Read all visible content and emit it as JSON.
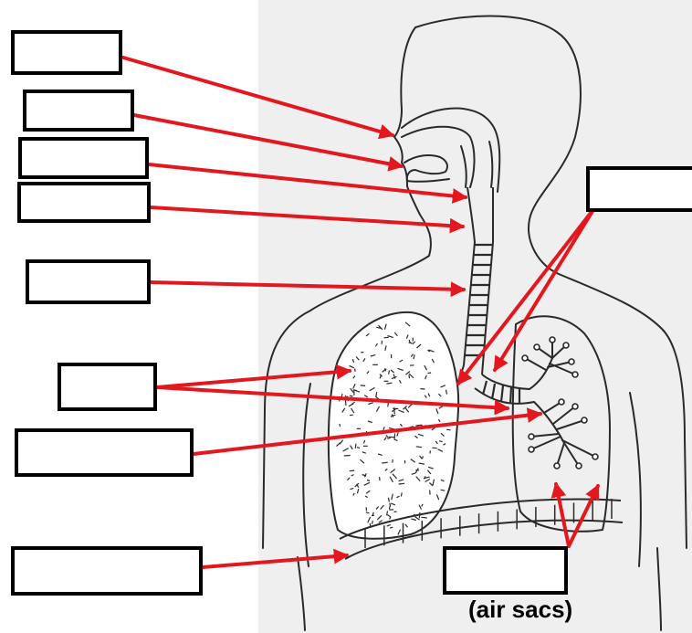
{
  "caption": {
    "air_sacs": "(air sacs)"
  },
  "colors": {
    "arrow": "#e3181f",
    "outline": "#2a2a2a",
    "box_border": "#000000",
    "photo_background": "#efefef"
  },
  "labels": [
    {
      "id": "nasal-cavity",
      "text": ""
    },
    {
      "id": "mouth",
      "text": ""
    },
    {
      "id": "epiglottis",
      "text": ""
    },
    {
      "id": "larynx",
      "text": ""
    },
    {
      "id": "trachea",
      "text": ""
    },
    {
      "id": "lungs",
      "text": ""
    },
    {
      "id": "bronchioles",
      "text": ""
    },
    {
      "id": "diaphragm",
      "text": ""
    },
    {
      "id": "bronchi",
      "text": ""
    },
    {
      "id": "alveoli",
      "text": ""
    }
  ]
}
